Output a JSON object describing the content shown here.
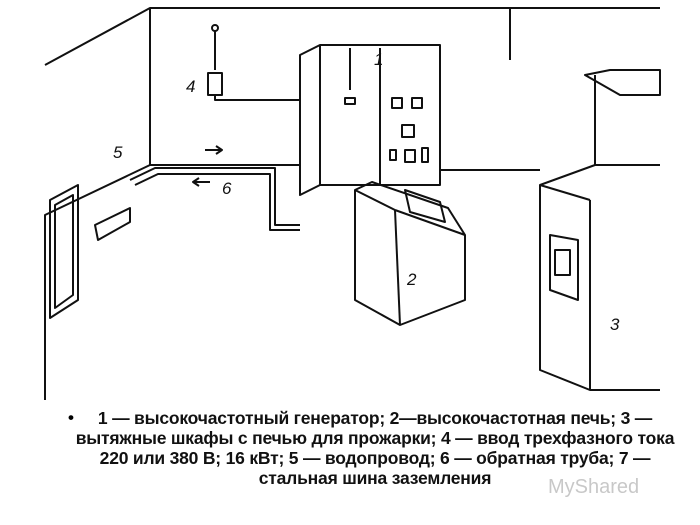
{
  "labels": {
    "l1": "1",
    "l2": "2",
    "l3": "3",
    "l4": "4",
    "l5": "5",
    "l6": "6"
  },
  "caption": "1 — высокочастотный генератор; 2—высокочастотная печь; 3 — вытяжные шкафы с печью для прожарки; 4 — ввод трехфазного тока 220 или 380 В; 16 кВт; 5 — водопровод; 6 — обратная труба; 7 — стальная шина заземления",
  "bullet": "•",
  "watermark": "MyShared"
}
